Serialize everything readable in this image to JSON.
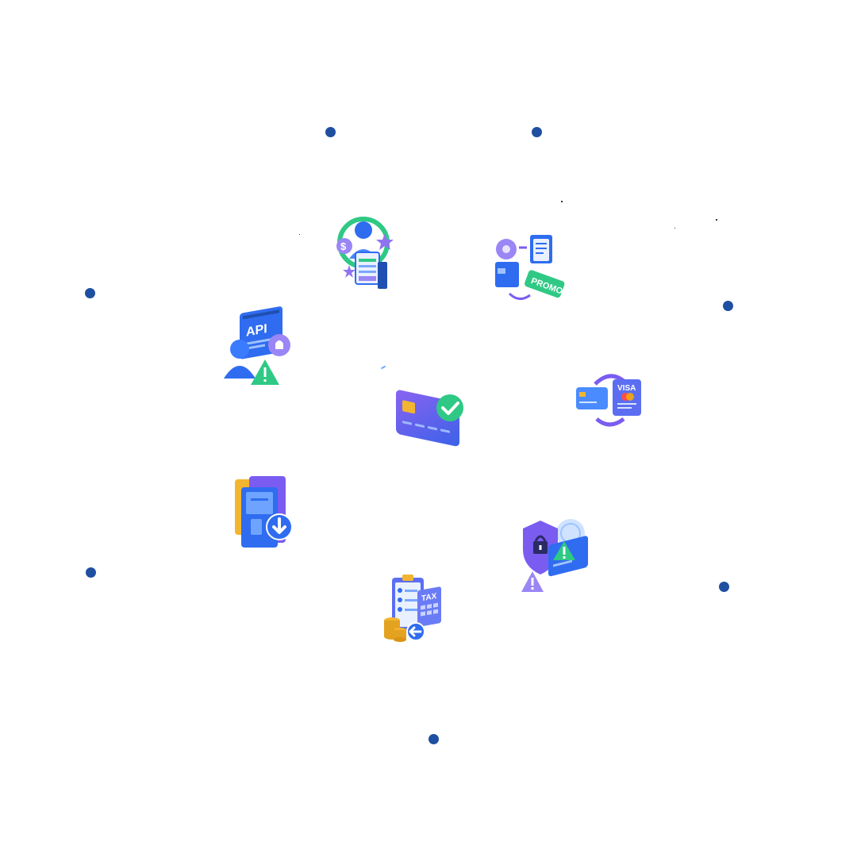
{
  "icons": [
    {
      "name": "customer-rewards-icon",
      "text": "$"
    },
    {
      "name": "promo-workflow-icon",
      "text": "PROMO"
    },
    {
      "name": "api-alert-icon",
      "text": "API"
    },
    {
      "name": "card-verified-icon",
      "text": ""
    },
    {
      "name": "card-exchange-icon",
      "text": "VISA"
    },
    {
      "name": "folder-download-icon",
      "text": ""
    },
    {
      "name": "security-alert-icon",
      "text": ""
    },
    {
      "name": "tax-checklist-icon",
      "text": "TAX"
    }
  ],
  "colors": {
    "dot": "#1f4fa0",
    "primary_blue": "#2f6cf0",
    "purple": "#7b5cf0",
    "green": "#2fc985",
    "gold": "#f2b531"
  }
}
